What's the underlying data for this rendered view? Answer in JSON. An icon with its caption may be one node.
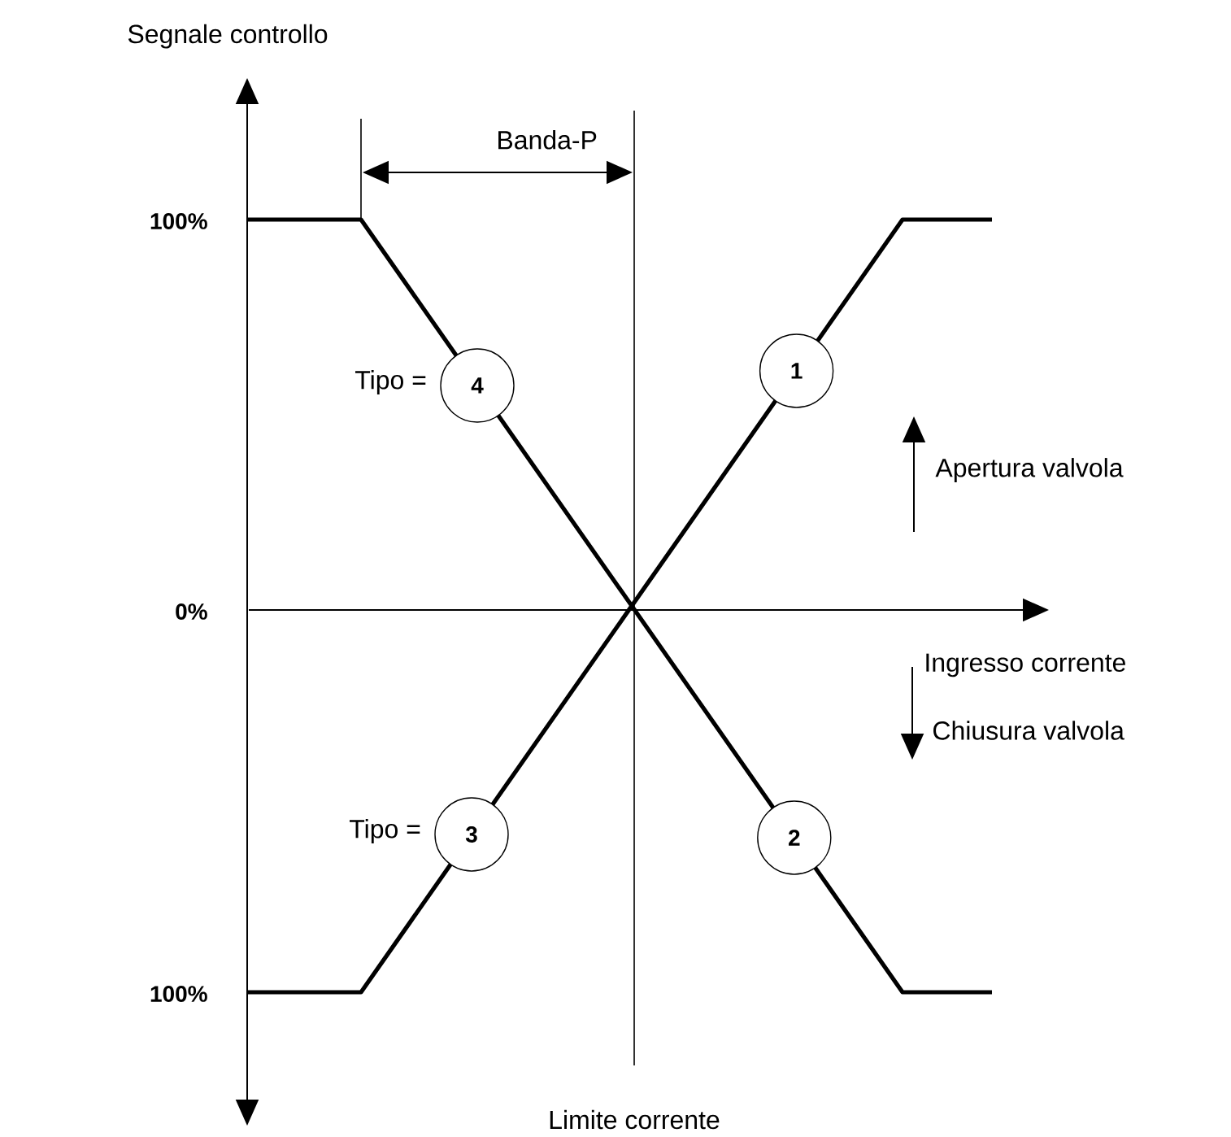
{
  "diagram": {
    "nodes": [
      {
        "text": [
          "4"
        ],
        "beside": [
          "Tipo ="
        ]
      },
      {
        "text": [
          "1"
        ]
      },
      {
        "text": [
          "3"
        ],
        "beside": [
          "Tipo ="
        ]
      },
      {
        "text": [
          "2"
        ]
      }
    ],
    "labels": [
      "Segnale controllo",
      "Banda-P",
      "100%",
      "Apertura valvola",
      "0%",
      "Ingresso corrente",
      "Chiusura valvola",
      "100%",
      "Limite corrente"
    ]
  }
}
